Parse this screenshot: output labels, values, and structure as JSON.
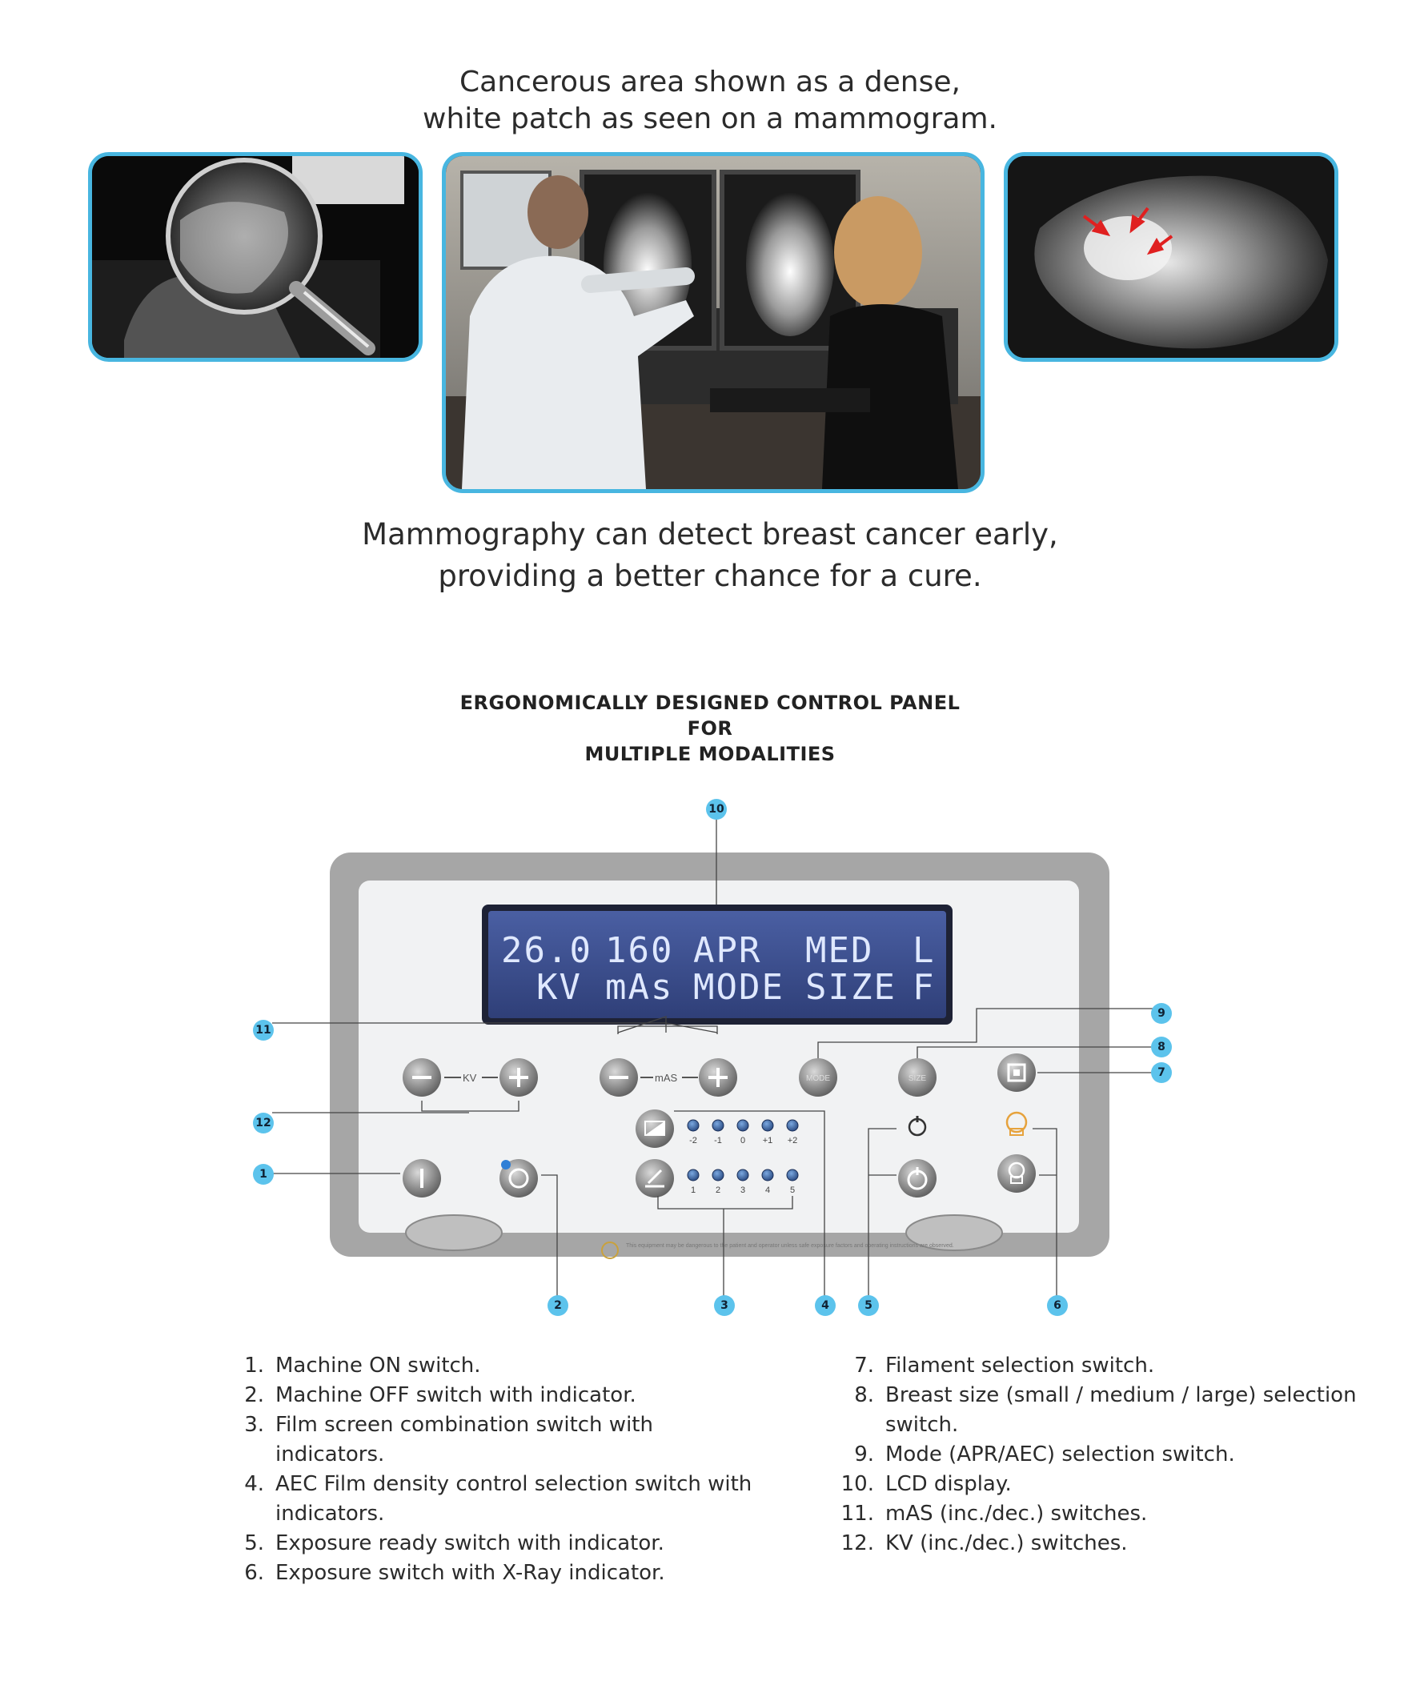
{
  "top_caption": {
    "line1": "Cancerous area shown as a dense,",
    "line2": "white patch as seen on a mammogram."
  },
  "bottom_caption": {
    "line1": "Mammography can detect breast cancer early,",
    "line2": "providing a better chance for a cure."
  },
  "heading": {
    "line1": "ERGONOMICALLY DESIGNED CONTROL PANEL",
    "line2": "FOR",
    "line3": "MULTIPLE MODALITIES"
  },
  "lcd": {
    "row1": [
      "26.0",
      "160",
      "APR",
      "MED",
      "L"
    ],
    "row2": [
      "KV",
      "mAs",
      "MODE",
      "SIZE",
      "F"
    ]
  },
  "panel": {
    "kv_label": "KV",
    "mas_label": "mAS",
    "mode_label": "MODE",
    "size_label": "SIZE",
    "density_ticks": [
      "-2",
      "-1",
      "0",
      "+1",
      "+2"
    ],
    "film_ticks": [
      "1",
      "2",
      "3",
      "4",
      "5"
    ],
    "warning_text": "This equipment may be dangerous to the patient and operator unless safe exposure factors and operating instructions are observed."
  },
  "callouts": [
    "1",
    "2",
    "3",
    "4",
    "5",
    "6",
    "7",
    "8",
    "9",
    "10",
    "11",
    "12"
  ],
  "legend_left": [
    {
      "num": "1.",
      "text": "Machine ON switch."
    },
    {
      "num": "2.",
      "text": "Machine OFF switch with indicator."
    },
    {
      "num": "3.",
      "text": "Film screen combination switch with indicators."
    },
    {
      "num": "4.",
      "text": "AEC Film density control selection switch with indicators."
    },
    {
      "num": "5.",
      "text": "Exposure ready switch with indicator."
    },
    {
      "num": "6.",
      "text": "Exposure switch with X-Ray indicator."
    }
  ],
  "legend_right": [
    {
      "num": "7.",
      "text": "Filament selection switch."
    },
    {
      "num": "8.",
      "text": "Breast size (small / medium / large) selection switch."
    },
    {
      "num": "9.",
      "text": "Mode (APR/AEC) selection switch."
    },
    {
      "num": "10.",
      "text": "LCD display."
    },
    {
      "num": "11.",
      "text": "mAS (inc./dec.) switches."
    },
    {
      "num": "12.",
      "text": "KV (inc./dec.) switches."
    }
  ],
  "colors": {
    "accent": "#48b6e0",
    "callout": "#5cc3ec",
    "lcd_bg": "#3c4f8c",
    "panel_frame": "#9a9a9a"
  }
}
